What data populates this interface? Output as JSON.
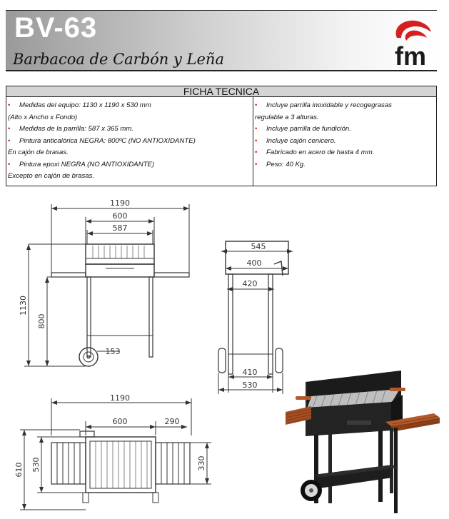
{
  "header": {
    "model": "BV-63",
    "subtitle": "Barbacoa de Carbón y Leña",
    "logo_text": "fm",
    "brand_red": "#d6201f"
  },
  "spec_sheet": {
    "title": "FICHA TECNICA",
    "left": [
      {
        "bullet": true,
        "text": "Medidas del equipo: 1130 x 1190 x 530 mm"
      },
      {
        "bullet": false,
        "text": "(Alto x Ancho x Fondo)"
      },
      {
        "bullet": true,
        "text": "Medidas de la parrilla: 587 x 365 mm."
      },
      {
        "bullet": true,
        "text": "Pintura anticalórica NEGRA: 800ºC  (NO ANTIOXIDANTE)"
      },
      {
        "bullet": false,
        "text": "En cajón de brasas."
      },
      {
        "bullet": true,
        "text": "Pintura epoxi NEGRA  (NO ANTIOXIDANTE)"
      },
      {
        "bullet": false,
        "text": "Excepto en cajón de brasas."
      }
    ],
    "right": [
      {
        "bullet": true,
        "text": "Incluye parrilla inoxidable y recogegrasas"
      },
      {
        "bullet": false,
        "text": "regulable a 3 alturas."
      },
      {
        "bullet": true,
        "text": "Incluye parrilla de fundición."
      },
      {
        "bullet": true,
        "text": "Incluye cajón cenicero."
      },
      {
        "bullet": true,
        "text": "Fabricado en acero de hasta 4 mm."
      },
      {
        "bullet": true,
        "text": "Peso: 40 Kg."
      }
    ]
  },
  "front_view": {
    "dim_total_width": "1190",
    "dim_box_width": "600",
    "dim_grill_width": "587",
    "dim_total_height": "1130",
    "dim_table_height": "800",
    "dim_wheel": "153"
  },
  "side_view": {
    "dim_top_depth": "545",
    "dim_box_depth": "400",
    "dim_grill_depth": "420",
    "dim_leg_spacing": "410",
    "dim_total_depth": "530"
  },
  "top_view": {
    "dim_total_width": "1190",
    "dim_box_width": "600",
    "dim_side_table": "290",
    "dim_total_depth": "610",
    "dim_box_depth": "530",
    "dim_table_depth": "330"
  }
}
